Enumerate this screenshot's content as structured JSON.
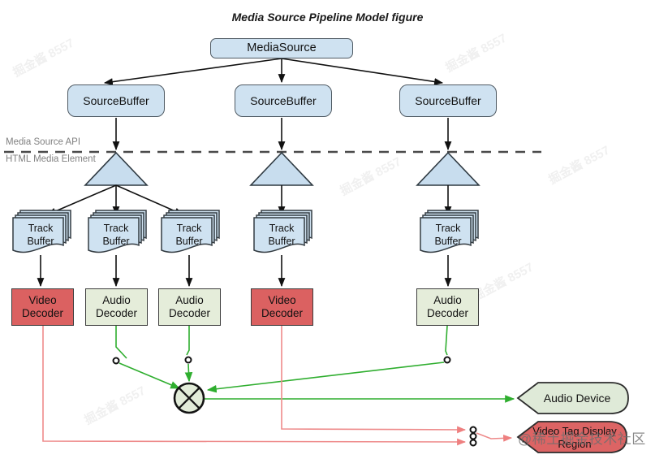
{
  "title": "Media Source Pipeline Model figure",
  "layer_labels": {
    "above": "Media Source API",
    "below": "HTML Media Element"
  },
  "nodes": {
    "media_source": "MediaSource",
    "source_buffers": [
      "SourceBuffer",
      "SourceBuffer",
      "SourceBuffer"
    ],
    "track_buffers": [
      "Track Buffer",
      "Track Buffer",
      "Track Buffer",
      "Track Buffer",
      "Track Buffer"
    ],
    "decoders": [
      {
        "label": "Video Decoder",
        "type": "video"
      },
      {
        "label": "Audio Decoder",
        "type": "audio"
      },
      {
        "label": "Audio Decoder",
        "type": "audio"
      },
      {
        "label": "Video Decoder",
        "type": "video"
      },
      {
        "label": "Audio Decoder",
        "type": "audio"
      }
    ]
  },
  "outputs": {
    "audio_device": "Audio Device",
    "video_tag": "Video Tag Display Region"
  },
  "watermarks": {
    "diagonal": "掘金酱 8557",
    "community": "@稀土掘金技术社区"
  },
  "colors": {
    "node_blue_fill": "#cfe2f1",
    "video_red_fill": "#db6161",
    "audio_green_fill": "#e5edda",
    "audio_line_green": "#2fae2f",
    "video_line_red": "#ef8d8d",
    "mixer_fill": "#e2ecd9",
    "audio_device_fill": "#dfead8",
    "video_tag_fill": "#dc6464"
  }
}
